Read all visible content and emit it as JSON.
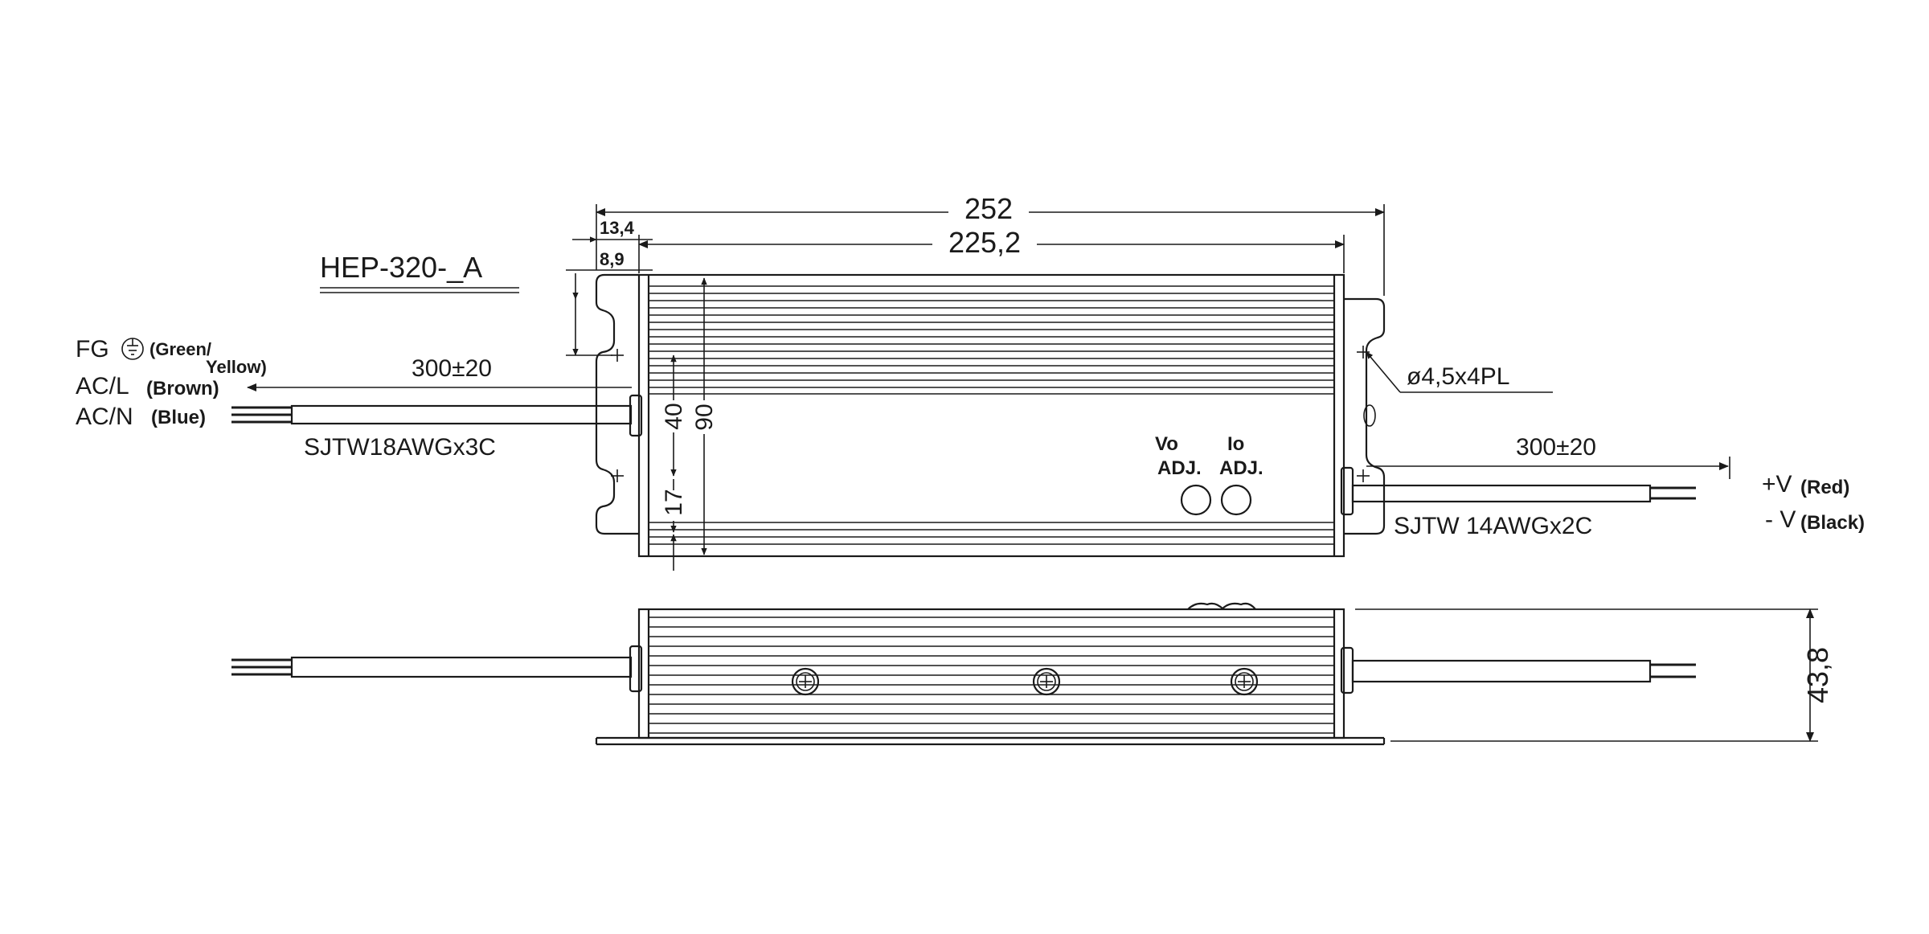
{
  "model": "HEP-320-_A",
  "dims": {
    "overall_length": "252",
    "body_length": "225,2",
    "flange_offset_outer": "13,4",
    "flange_offset_inner": "8,9",
    "body_width": "90",
    "hole_spacing": "40",
    "hole_edge": "17",
    "height": "43,8",
    "mount_hole": "ø4,5x4PL"
  },
  "input": {
    "fg_label": "FG",
    "fg_color": "(Green/",
    "fg_color2": "Yellow)",
    "acl_label": "AC/L",
    "acl_color": "(Brown)",
    "acn_label": "AC/N",
    "acn_color": "(Blue)",
    "cable_length": "300±20",
    "cable_spec": "SJTW18AWGx3C"
  },
  "output": {
    "cable_length": "300±20",
    "cable_spec": "SJTW 14AWGx2C",
    "vpos_label": "+V",
    "vpos_color": "(Red)",
    "vneg_label": "- V",
    "vneg_color": "(Black)"
  },
  "adjust": {
    "vo_label": "Vo",
    "vo_adj": "ADJ.",
    "io_label": "Io",
    "io_adj": "ADJ."
  },
  "colors": {
    "line": "#1a1a1a",
    "background": "#ffffff"
  }
}
